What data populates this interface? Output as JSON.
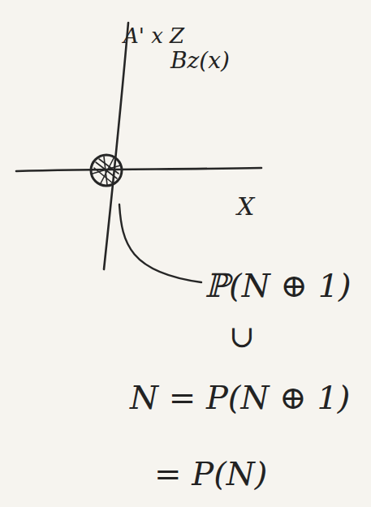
{
  "diagram": {
    "labels": [
      "A' x Z",
      "Bz(x)",
      "X",
      "ℙ(N ⊕ 1)",
      "∪",
      "N = P(N ⊕ 1)",
      "= P(N)"
    ]
  }
}
